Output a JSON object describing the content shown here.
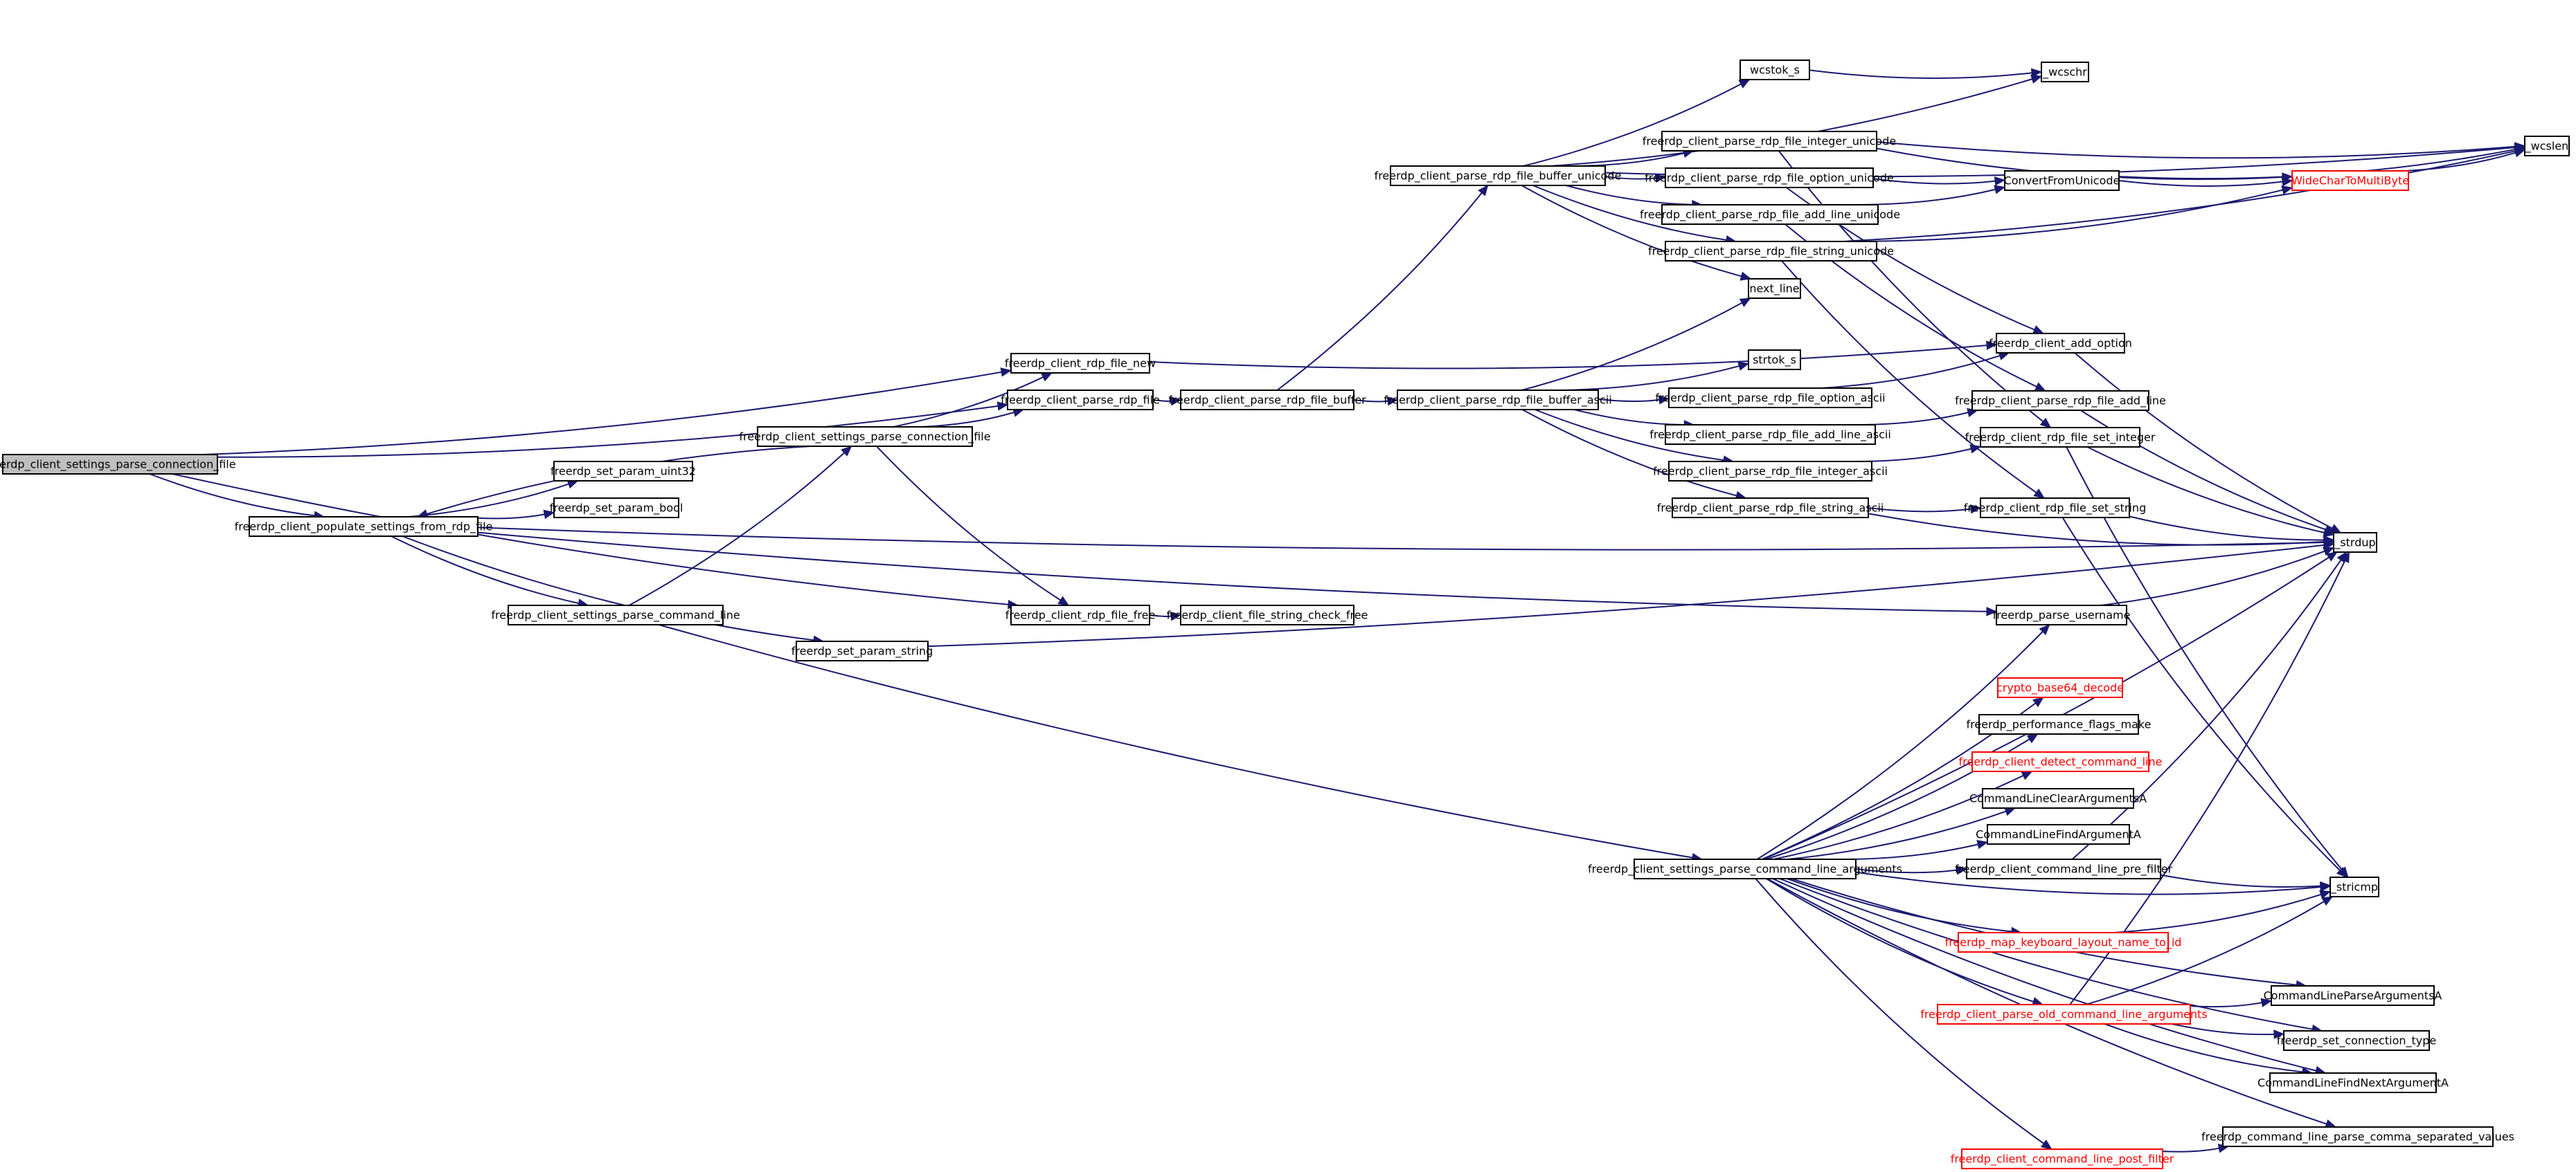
{
  "diagram": {
    "type": "call-graph",
    "colors": {
      "edge": "#191970",
      "root_fill": "#bfbfbf",
      "node_border": "#000000",
      "missing_doc_border": "#ff0000"
    },
    "nodes": [
      {
        "id": "root",
        "label": "freerdp_client_settings_parse_connection_file",
        "style": "root"
      },
      {
        "id": "rdp_file_new",
        "label": "freerdp_client_rdp_file_new"
      },
      {
        "id": "parse_rdp_file",
        "label": "freerdp_client_parse_rdp_file"
      },
      {
        "id": "settings_parse_connection_file",
        "label": "freerdp_client_settings_parse_connection_file"
      },
      {
        "id": "populate",
        "label": "freerdp_client_populate_settings_from_rdp_file"
      },
      {
        "id": "set_param_uint32",
        "label": "freerdp_set_param_uint32"
      },
      {
        "id": "set_param_bool",
        "label": "freerdp_set_param_bool"
      },
      {
        "id": "parse_cmdline",
        "label": "freerdp_client_settings_parse_command_line"
      },
      {
        "id": "set_param_string",
        "label": "freerdp_set_param_string"
      },
      {
        "id": "rdp_file_free",
        "label": "freerdp_client_rdp_file_free"
      },
      {
        "id": "string_check_free",
        "label": "freerdp_client_file_string_check_free"
      },
      {
        "id": "parse_buffer",
        "label": "freerdp_client_parse_rdp_file_buffer"
      },
      {
        "id": "buffer_unicode",
        "label": "freerdp_client_parse_rdp_file_buffer_unicode"
      },
      {
        "id": "buffer_ascii",
        "label": "freerdp_client_parse_rdp_file_buffer_ascii"
      },
      {
        "id": "wcstok_s",
        "label": "wcstok_s"
      },
      {
        "id": "wcschr",
        "label": "_wcschr"
      },
      {
        "id": "wcslen",
        "label": "_wcslen"
      },
      {
        "id": "integer_unicode",
        "label": "freerdp_client_parse_rdp_file_integer_unicode"
      },
      {
        "id": "option_unicode",
        "label": "freerdp_client_parse_rdp_file_option_unicode"
      },
      {
        "id": "add_line_unicode",
        "label": "freerdp_client_parse_rdp_file_add_line_unicode"
      },
      {
        "id": "string_unicode",
        "label": "freerdp_client_parse_rdp_file_string_unicode"
      },
      {
        "id": "convert_from_unicode",
        "label": "ConvertFromUnicode"
      },
      {
        "id": "widechar",
        "label": "WideCharToMultiByte",
        "style": "red"
      },
      {
        "id": "next_line",
        "label": "next_line"
      },
      {
        "id": "strtok_s",
        "label": "strtok_s"
      },
      {
        "id": "add_option",
        "label": "freerdp_client_add_option"
      },
      {
        "id": "option_ascii",
        "label": "freerdp_client_parse_rdp_file_option_ascii"
      },
      {
        "id": "add_line_ascii",
        "label": "freerdp_client_parse_rdp_file_add_line_ascii"
      },
      {
        "id": "integer_ascii",
        "label": "freerdp_client_parse_rdp_file_integer_ascii"
      },
      {
        "id": "string_ascii",
        "label": "freerdp_client_parse_rdp_file_string_ascii"
      },
      {
        "id": "add_line",
        "label": "freerdp_client_parse_rdp_file_add_line"
      },
      {
        "id": "set_integer",
        "label": "freerdp_client_rdp_file_set_integer"
      },
      {
        "id": "set_string",
        "label": "freerdp_client_rdp_file_set_string"
      },
      {
        "id": "strdup",
        "label": "_strdup"
      },
      {
        "id": "parse_username",
        "label": "freerdp_parse_username"
      },
      {
        "id": "base64_decode",
        "label": "crypto_base64_decode",
        "style": "red"
      },
      {
        "id": "perf_flags_make",
        "label": "freerdp_performance_flags_make"
      },
      {
        "id": "detect_cmdline",
        "label": "freerdp_client_detect_command_line",
        "style": "red"
      },
      {
        "id": "clear_args",
        "label": "CommandLineClearArgumentsA"
      },
      {
        "id": "find_arg",
        "label": "CommandLineFindArgumentA"
      },
      {
        "id": "parse_cmdline_args",
        "label": "freerdp_client_settings_parse_command_line_arguments"
      },
      {
        "id": "pre_filter",
        "label": "freerdp_client_command_line_pre_filter"
      },
      {
        "id": "stricmp",
        "label": "_stricmp"
      },
      {
        "id": "map_keyboard",
        "label": "freerdp_map_keyboard_layout_name_to_id",
        "style": "red"
      },
      {
        "id": "parse_args_a",
        "label": "CommandLineParseArgumentsA"
      },
      {
        "id": "old_cmdline",
        "label": "freerdp_client_parse_old_command_line_arguments",
        "style": "red"
      },
      {
        "id": "set_conn_type",
        "label": "freerdp_set_connection_type"
      },
      {
        "id": "find_next_arg",
        "label": "CommandLineFindNextArgumentA"
      },
      {
        "id": "comma_separated",
        "label": "freerdp_command_line_parse_comma_separated_values"
      },
      {
        "id": "post_filter",
        "label": "freerdp_client_command_line_post_filter",
        "style": "red"
      }
    ],
    "edges": [
      [
        "root",
        "rdp_file_new"
      ],
      [
        "root",
        "parse_rdp_file"
      ],
      [
        "root",
        "populate"
      ],
      [
        "root",
        "rdp_file_free"
      ],
      [
        "rdp_file_new",
        "add_option"
      ],
      [
        "parse_rdp_file",
        "parse_buffer"
      ],
      [
        "settings_parse_connection_file",
        "rdp_file_new"
      ],
      [
        "settings_parse_connection_file",
        "parse_rdp_file"
      ],
      [
        "settings_parse_connection_file",
        "populate"
      ],
      [
        "settings_parse_connection_file",
        "rdp_file_free"
      ],
      [
        "populate",
        "set_param_uint32"
      ],
      [
        "populate",
        "set_param_bool"
      ],
      [
        "populate",
        "strdup"
      ],
      [
        "populate",
        "parse_username"
      ],
      [
        "populate",
        "parse_cmdline"
      ],
      [
        "populate",
        "set_param_string"
      ],
      [
        "parse_cmdline",
        "settings_parse_connection_file"
      ],
      [
        "parse_cmdline",
        "parse_cmdline_args"
      ],
      [
        "set_param_string",
        "strdup"
      ],
      [
        "rdp_file_free",
        "string_check_free"
      ],
      [
        "parse_buffer",
        "buffer_unicode"
      ],
      [
        "parse_buffer",
        "buffer_ascii"
      ],
      [
        "buffer_unicode",
        "wcslen"
      ],
      [
        "buffer_unicode",
        "wcstok_s"
      ],
      [
        "buffer_unicode",
        "wcschr"
      ],
      [
        "buffer_unicode",
        "integer_unicode"
      ],
      [
        "buffer_unicode",
        "option_unicode"
      ],
      [
        "buffer_unicode",
        "add_line_unicode"
      ],
      [
        "buffer_unicode",
        "string_unicode"
      ],
      [
        "buffer_unicode",
        "next_line"
      ],
      [
        "wcstok_s",
        "wcschr"
      ],
      [
        "integer_unicode",
        "wcslen"
      ],
      [
        "integer_unicode",
        "widechar"
      ],
      [
        "integer_unicode",
        "set_integer"
      ],
      [
        "option_unicode",
        "convert_from_unicode"
      ],
      [
        "option_unicode",
        "add_option"
      ],
      [
        "add_line_unicode",
        "convert_from_unicode"
      ],
      [
        "add_line_unicode",
        "add_line"
      ],
      [
        "string_unicode",
        "widechar"
      ],
      [
        "string_unicode",
        "wcslen"
      ],
      [
        "string_unicode",
        "set_string"
      ],
      [
        "convert_from_unicode",
        "widechar"
      ],
      [
        "convert_from_unicode",
        "wcslen"
      ],
      [
        "widechar",
        "wcslen"
      ],
      [
        "buffer_ascii",
        "next_line"
      ],
      [
        "buffer_ascii",
        "strtok_s"
      ],
      [
        "buffer_ascii",
        "option_ascii"
      ],
      [
        "buffer_ascii",
        "add_line_ascii"
      ],
      [
        "buffer_ascii",
        "integer_ascii"
      ],
      [
        "buffer_ascii",
        "string_ascii"
      ],
      [
        "option_ascii",
        "add_option"
      ],
      [
        "add_line_ascii",
        "add_line"
      ],
      [
        "integer_ascii",
        "set_integer"
      ],
      [
        "string_ascii",
        "set_string"
      ],
      [
        "string_ascii",
        "strdup"
      ],
      [
        "add_option",
        "strdup"
      ],
      [
        "add_line",
        "strdup"
      ],
      [
        "set_integer",
        "strdup"
      ],
      [
        "set_integer",
        "stricmp"
      ],
      [
        "set_string",
        "strdup"
      ],
      [
        "set_string",
        "stricmp"
      ],
      [
        "parse_username",
        "strdup"
      ],
      [
        "parse_cmdline_args",
        "parse_username"
      ],
      [
        "parse_cmdline_args",
        "strdup"
      ],
      [
        "parse_cmdline_args",
        "base64_decode"
      ],
      [
        "parse_cmdline_args",
        "perf_flags_make"
      ],
      [
        "parse_cmdline_args",
        "detect_cmdline"
      ],
      [
        "parse_cmdline_args",
        "clear_args"
      ],
      [
        "parse_cmdline_args",
        "find_arg"
      ],
      [
        "parse_cmdline_args",
        "pre_filter"
      ],
      [
        "parse_cmdline_args",
        "stricmp"
      ],
      [
        "parse_cmdline_args",
        "map_keyboard"
      ],
      [
        "parse_cmdline_args",
        "parse_args_a"
      ],
      [
        "parse_cmdline_args",
        "old_cmdline"
      ],
      [
        "parse_cmdline_args",
        "set_conn_type"
      ],
      [
        "parse_cmdline_args",
        "find_next_arg"
      ],
      [
        "parse_cmdline_args",
        "comma_separated"
      ],
      [
        "parse_cmdline_args",
        "post_filter"
      ],
      [
        "pre_filter",
        "strdup"
      ],
      [
        "pre_filter",
        "stricmp"
      ],
      [
        "map_keyboard",
        "stricmp"
      ],
      [
        "old_cmdline",
        "strdup"
      ],
      [
        "old_cmdline",
        "stricmp"
      ],
      [
        "old_cmdline",
        "parse_args_a"
      ],
      [
        "old_cmdline",
        "set_conn_type"
      ],
      [
        "old_cmdline",
        "find_next_arg"
      ],
      [
        "post_filter",
        "comma_separated"
      ]
    ]
  }
}
